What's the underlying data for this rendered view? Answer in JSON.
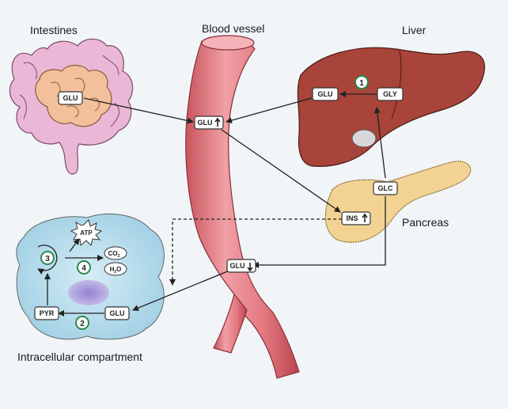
{
  "labels": {
    "intestines": "Intestines",
    "blood_vessel": "Blood vessel",
    "liver": "Liver",
    "pancreas": "Pancreas",
    "intracellular": "Intracellular compartment"
  },
  "tags": {
    "intestine_glu": "GLU",
    "vessel_glu_up": "GLU",
    "vessel_glu_down": "GLU",
    "liver_glu": "GLU",
    "liver_gly": "GLY",
    "pancreas_glc": "GLC",
    "pancreas_ins": "INS",
    "cell_glu": "GLU",
    "cell_pyr": "PYR",
    "atp": "ATP",
    "co2": "CO",
    "co2_sub": "2",
    "h2o_h": "H",
    "h2o_sub": "2",
    "h2o_o": "O"
  },
  "steps": {
    "s1": "1",
    "s2": "2",
    "s3": "3",
    "s4": "4"
  },
  "colors": {
    "vessel": "#e47f86",
    "liver": "#a8443a",
    "pancreas": "#f3d393",
    "intestine_outer": "#eab8d6",
    "intestine_inner": "#f2c19b",
    "cell": "#b8dcec",
    "step_circle": "#2a8a4c"
  }
}
